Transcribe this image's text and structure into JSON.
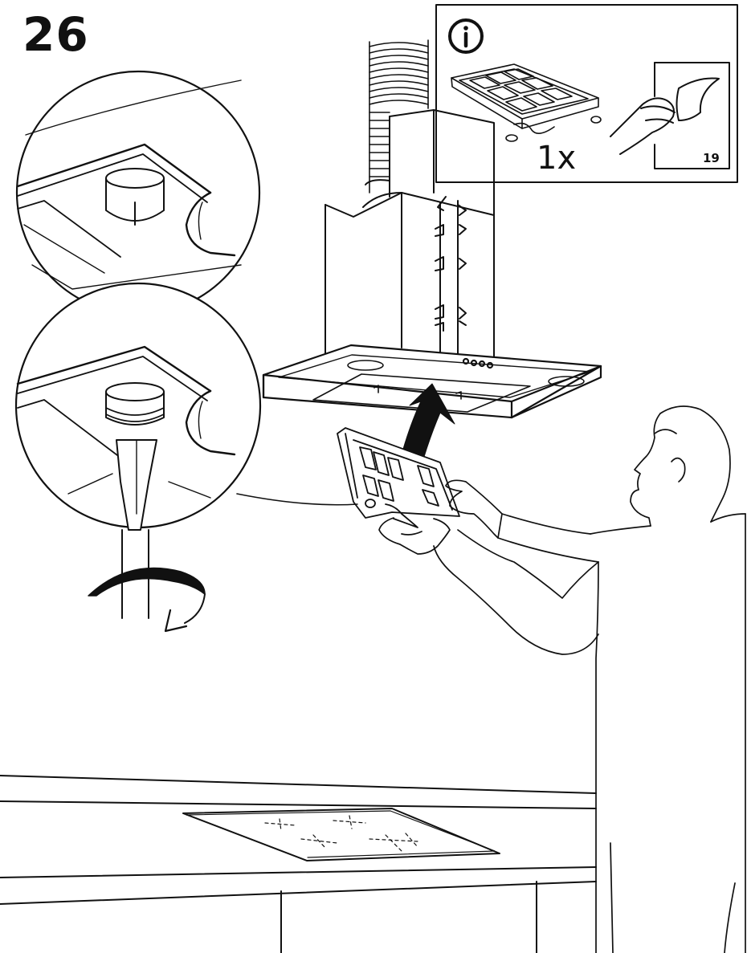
{
  "step": {
    "number": "26"
  },
  "info_panel": {
    "icon": "info-icon",
    "quantity_label": "1x",
    "page_reference": "19"
  }
}
